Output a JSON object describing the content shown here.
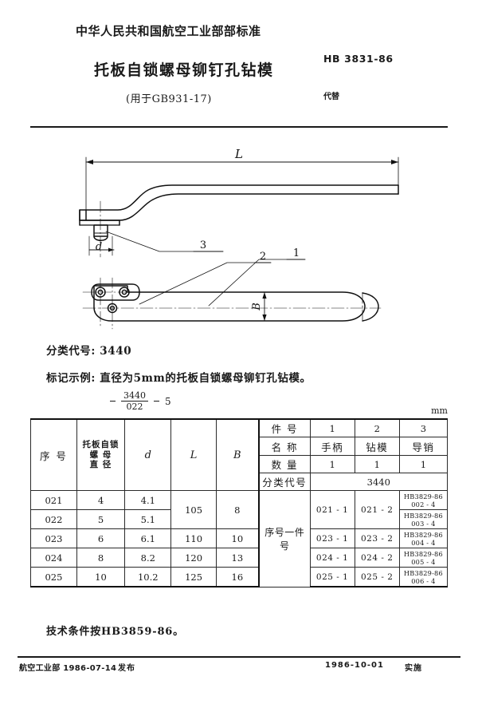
{
  "header": {
    "organization": "中华人民共和国航空工业部部标准",
    "title": "托板自锁螺母铆钉孔钻模",
    "subtitle": "(用于GB931-17)",
    "standard_no": "HB 3831-86",
    "replaces_label": "代替"
  },
  "drawing": {
    "dim_length": "L",
    "dim_width": "B",
    "dim_diameter": "d",
    "callout_1": "1",
    "callout_2": "2",
    "callout_3": "3"
  },
  "notes": {
    "classification_label": "分类代号:",
    "classification_value": "3440",
    "marking_label": "标记示例:",
    "marking_text": "直径为5mm的托板自锁螺母铆钉孔钻模。",
    "marking_numerator": "3440",
    "marking_denominator": "022",
    "marking_size": "5",
    "unit": "mm",
    "technical_condition": "技术条件按HB3859-86。"
  },
  "table": {
    "left_headers": {
      "serial": "序  号",
      "nut_diameter_l1": "托板自锁",
      "nut_diameter_l2": "螺   母",
      "nut_diameter_l3": "直   径",
      "d": "d",
      "L": "L",
      "B": "B"
    },
    "right_headers": {
      "part_no_label": "件  号",
      "name_label": "名  称",
      "qty_label": "数  量",
      "class_code_label": "分类代号",
      "part_nos": [
        "1",
        "2",
        "3"
      ],
      "names": [
        "手柄",
        "钻模",
        "导销"
      ],
      "quantities": [
        "1",
        "1",
        "1"
      ],
      "class_code_value": "3440"
    },
    "serial_part_label": "序号一件号",
    "rows": [
      {
        "serial": "021",
        "nut_d": "4",
        "d": "4.1",
        "L": "105",
        "B": "8",
        "p1": "021 - 1",
        "p2": "021 - 2",
        "p3_a": "HB3829-86",
        "p3_b": "002 - 4"
      },
      {
        "serial": "022",
        "nut_d": "5",
        "d": "5.1",
        "L": "105",
        "B": "8",
        "p1": "021 - 1",
        "p2": "021 - 2",
        "p3_a": "HB3829-86",
        "p3_b": "003 - 4"
      },
      {
        "serial": "023",
        "nut_d": "6",
        "d": "6.1",
        "L": "110",
        "B": "10",
        "p1": "023 - 1",
        "p2": "023 - 2",
        "p3_a": "HB3829-86",
        "p3_b": "004 - 4"
      },
      {
        "serial": "024",
        "nut_d": "8",
        "d": "8.2",
        "L": "120",
        "B": "13",
        "p1": "024 - 1",
        "p2": "024 - 2",
        "p3_a": "HB3829-86",
        "p3_b": "005 - 4"
      },
      {
        "serial": "025",
        "nut_d": "10",
        "d": "10.2",
        "L": "125",
        "B": "16",
        "p1": "025 - 1",
        "p2": "025 - 2",
        "p3_a": "HB3829-86",
        "p3_b": "006 - 4"
      }
    ]
  },
  "footer": {
    "issuer": "航空工业部 1986-07-14",
    "publish_label": "发布",
    "implement_date": "1986-10-01",
    "implement_label": "实施"
  }
}
